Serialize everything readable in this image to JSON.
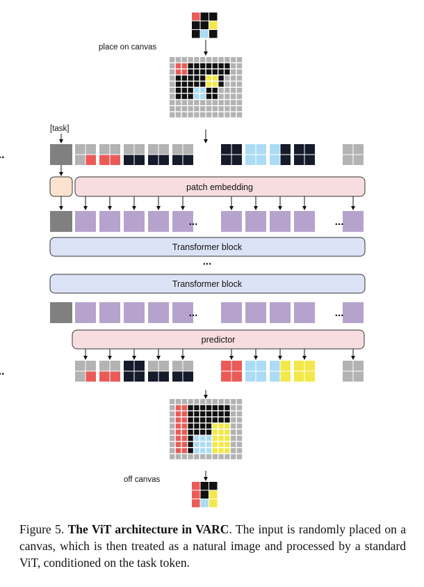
{
  "colors": {
    "black": "#111111",
    "red": "#ea5b58",
    "yellow": "#f3e84a",
    "blue": "#acdcf5",
    "gray": "#b3b3b3",
    "navy": "#151b2b",
    "purple": "#b6a3cd",
    "task": "#808080",
    "blue_block": "#dde3f6",
    "pink_block": "#f7dde0",
    "peach_block": "#fce3cf"
  },
  "labels": {
    "place_on_canvas": "place on canvas",
    "off_canvas": "off canvas",
    "task": "[task]",
    "patch_embedding": "patch embedding",
    "transformer_block_1": "Transformer block",
    "transformer_block_2": "Transformer block",
    "predictor": "predictor",
    "ellipsis": "..."
  },
  "input_grid": [
    [
      "red",
      "black",
      "black"
    ],
    [
      "black",
      "black",
      "yellow"
    ],
    [
      "black",
      "blue",
      "black"
    ]
  ],
  "input_canvas": [
    "GGGGGGGGGGGG",
    "GRRKKKKKKKGG",
    "GRRKKKKKKKGG",
    "GKKKKKYYKGGG",
    "GKKKKKYYKGGG",
    "GKKKBBKKGGGG",
    "GKKKBBKKGGGG",
    "GGGGGGGGGGGG",
    "GGGGGGGGGGGG",
    "GGGGGGGGGGGG"
  ],
  "output_canvas": [
    "GGGGGGGGGGGG",
    "GRRKKKKKKKGG",
    "GRRKKKKKKKGG",
    "GRRKKKKKKKGG",
    "GRRKKKKYYYGG",
    "GRRKKKKYYYGG",
    "GRRKBBBYYYGG",
    "GRRKBBBYYYGG",
    "GRRKBBBYYYGG",
    "GGGGGGGGGGGG"
  ],
  "output_grid": [
    [
      "red",
      "black",
      "black"
    ],
    [
      "red",
      "black",
      "yellow"
    ],
    [
      "red",
      "blue",
      "yellow"
    ]
  ],
  "input_patch_groups": [
    [
      [
        "gray",
        "gray",
        "gray",
        "red"
      ],
      [
        "gray",
        "gray",
        "red",
        "red"
      ],
      [
        "gray",
        "gray",
        "navy",
        "navy"
      ],
      [
        "gray",
        "gray",
        "navy",
        "navy"
      ],
      [
        "gray",
        "gray",
        "navy",
        "navy"
      ]
    ],
    [
      [
        "navy",
        "navy",
        "navy",
        "navy"
      ],
      [
        "blue",
        "blue",
        "blue",
        "blue"
      ],
      [
        "blue",
        "navy",
        "blue",
        "navy"
      ],
      [
        "navy",
        "navy",
        "navy",
        "navy"
      ]
    ],
    [
      [
        "gray",
        "gray",
        "gray",
        "gray"
      ]
    ]
  ],
  "output_patch_groups": [
    [
      [
        "gray",
        "gray",
        "gray",
        "red"
      ],
      [
        "gray",
        "gray",
        "red",
        "red"
      ],
      [
        "navy",
        "navy",
        "navy",
        "navy"
      ],
      [
        "gray",
        "gray",
        "navy",
        "navy"
      ],
      [
        "gray",
        "gray",
        "navy",
        "navy"
      ]
    ],
    [
      [
        "red",
        "red",
        "red",
        "red"
      ],
      [
        "blue",
        "blue",
        "blue",
        "blue"
      ],
      [
        "blue",
        "yellow",
        "blue",
        "yellow"
      ],
      [
        "yellow",
        "yellow",
        "yellow",
        "yellow"
      ]
    ],
    [
      [
        "gray",
        "gray",
        "gray",
        "gray"
      ]
    ]
  ],
  "caption": {
    "fig_label": "Figure 5.",
    "title": "The ViT architecture in VARC",
    "text": ". The input is randomly placed on a canvas, which is then treated as a natural image and processed by a standard ViT, conditioned on the task token."
  }
}
